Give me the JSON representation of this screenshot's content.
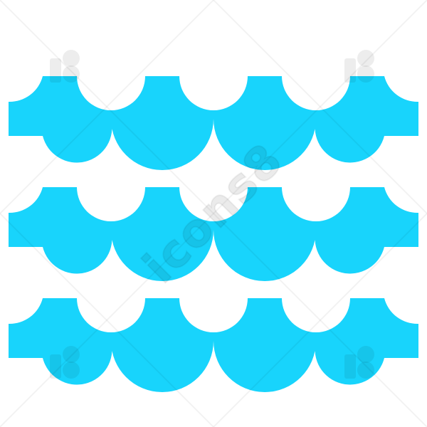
{
  "icon": {
    "name": "waves-icon",
    "wave_color": "#18d4fc",
    "background_color": "#ffffff",
    "rows": 3,
    "crests_per_row": 3
  },
  "watermark": {
    "text": "icons8",
    "logo_icon": "icons8-logo-icon"
  }
}
